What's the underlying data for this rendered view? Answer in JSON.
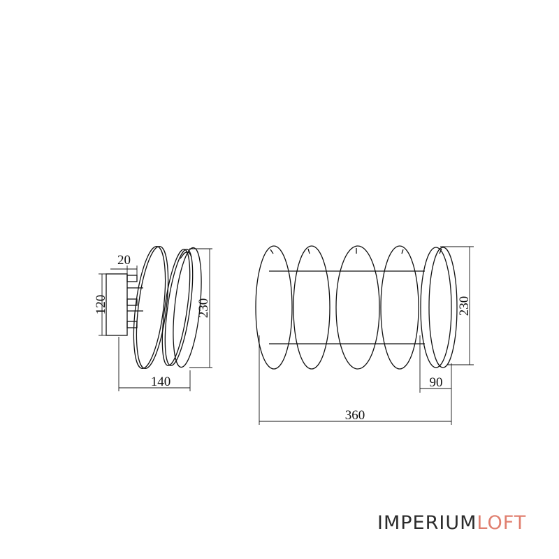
{
  "side_view": {
    "dims": {
      "width_top": "20",
      "height_left": "120",
      "height_right": "230",
      "width_bottom": "140"
    }
  },
  "front_view": {
    "dims": {
      "height_right": "230",
      "width_small": "90",
      "width_total": "360"
    }
  },
  "brand": {
    "part1": "IMPERIUM",
    "part2": "LOFT",
    "colors": {
      "part1": "#2b2b2b",
      "part2": "#e07f6f"
    }
  }
}
